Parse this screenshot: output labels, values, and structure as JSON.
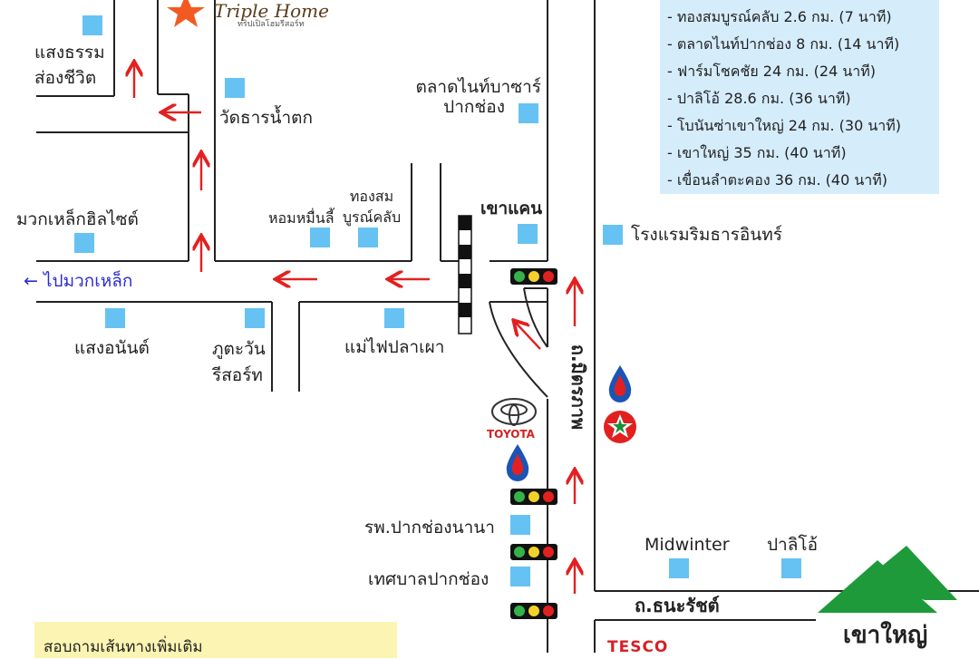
{
  "logo": {
    "name": "Triple Home",
    "subtitle": "ทริปเปิลโฮมรีสอร์ท"
  },
  "landmarks": {
    "saengtham": [
      "แสงธรรม",
      "ส่องชีวิต"
    ],
    "wat": "วัดธารน้ำตก",
    "night_bazaar": [
      "ตลาดไนท์บาซาร์",
      "ปากช่อง"
    ],
    "mawklek_hillside": "มวกเหล็กฮิลไซต์",
    "hom_muen_li": "หอมหมื่นลี้",
    "thongsom": [
      "ทองสม",
      "บูรณ์คลับ"
    ],
    "khao_khan": "เขาแคน",
    "riverside_hotel": "โรงแรมริมธารอินทร์",
    "to_mawklek": "← ไปมวกเหล็ก",
    "saeng_anan": "แสงอนันต์",
    "phu_tawan": [
      "ภูตะวัน",
      "รีสอร์ท"
    ],
    "mae_fai": "แม่ไฟปลาเผา",
    "hospital": "รพ.ปากช่องนานา",
    "municipality": "เทศบาลปากช่อง",
    "midwinter": "Midwinter",
    "palio": "ปาลิโอ้",
    "thanarat_road": "ถ.ธนะรัชต์",
    "khao_yai": "เขาใหญ่",
    "mittraphap_road": "ถ.มิตรภาพ",
    "toyota": "TOYOTA",
    "tesco": "TESCO"
  },
  "distances": [
    "ทองสมบูรณ์คลับ 2.6 กม. (7 นาที)",
    "ตลาดไนท์ปากช่อง 8 กม. (14 นาที)",
    "ฟาร์มโชคชัย 24 กม. (24 นาที)",
    "ปาลิโอ้ 28.6 กม. (36 นาที)",
    "โบนันซ่าเขาใหญ่ 24 กม. (30 นาที)",
    "เขาใหญ่ 35 กม. (40 นาที)",
    "เขื่อนลำตะคอง 36 กม. (40 นาที)"
  ],
  "contact": "สอบถามเส้นทางเพิ่มเติม",
  "colors": {
    "road": "#222222",
    "arrow": "#e32020",
    "marker": "#66c2f2",
    "info_bg": "#d5ecfb",
    "contact_bg": "#fbf4b2",
    "mountain": "#1e9a3a",
    "to_mawklek": "#2b2bd6"
  },
  "icons": [
    "star-logo-icon",
    "traffic-light-icon",
    "ptt-fuel-icon",
    "caltex-icon",
    "toyota-logo-icon",
    "mountain-icon",
    "railway-crossing-icon"
  ]
}
